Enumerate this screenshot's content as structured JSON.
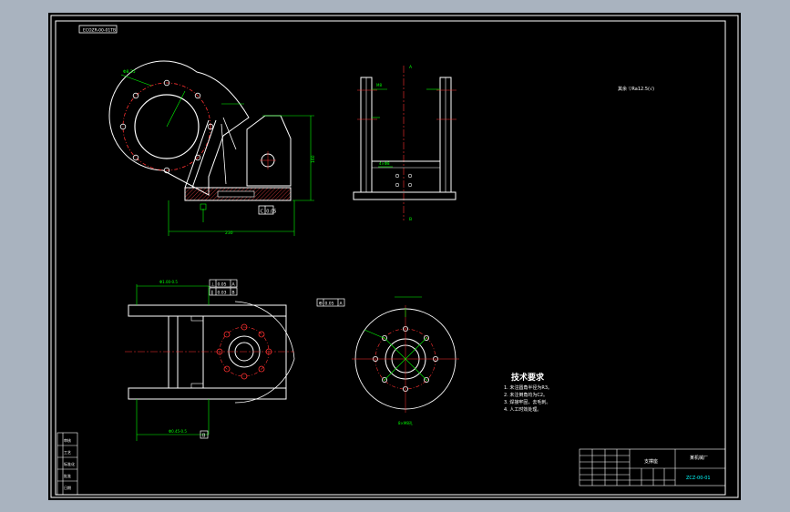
{
  "app": {
    "viewport_bg": "#a9b3bf",
    "sheet_bg": "#000000"
  },
  "palette": {
    "white": "#ffffff",
    "green": "#00ff00",
    "red": "#ff3030",
    "cyan": "#00ffff",
    "yellow": "#ffff00"
  },
  "sheet": {
    "top_left_code": "ECOZR-00-01TB"
  },
  "views": {
    "main": {
      "tolerance_frame": {
        "symbol": "C",
        "value": "0.05"
      },
      "dims": {
        "ref_circle": "Φ8.25",
        "width_bottom": "230",
        "height_right": "160"
      }
    },
    "section": {
      "axis_label_top": "A",
      "axis_label_bottom": "B",
      "dims": {
        "left": "M8",
        "hole": "4×Φ8"
      }
    },
    "top": {
      "frame1": {
        "symbol": "⊥",
        "value": "0.05",
        "datum": "A"
      },
      "frame2": {
        "symbol": "∥",
        "value": "0.03",
        "datum": "B"
      },
      "dims": {
        "top": "Φ1.00-0.5",
        "bottom": "Φ0.45-0.5"
      },
      "datum_tag": "B"
    },
    "flange": {
      "frame": {
        "symbol": "⊕",
        "value": "0.05",
        "datum": "A"
      },
      "dims": {
        "bottom": "8×M8孔"
      }
    }
  },
  "surface_note": "其余 ▽Ra12.5(√)",
  "tech_requirements": {
    "title": "技术要求",
    "items": [
      "1. 未注圆角半径为R3。",
      "2. 未注倒角均为C2。",
      "3. 焊接牢固，去毛刺。",
      "4. 人工时效处理。"
    ]
  },
  "left_strip": [
    "审核",
    "工艺",
    "标准化",
    "批准",
    "日期"
  ],
  "title_block": {
    "part_name": "支撑座",
    "company": "某机械厂",
    "drawing_no": "ZCZ-00-01"
  }
}
